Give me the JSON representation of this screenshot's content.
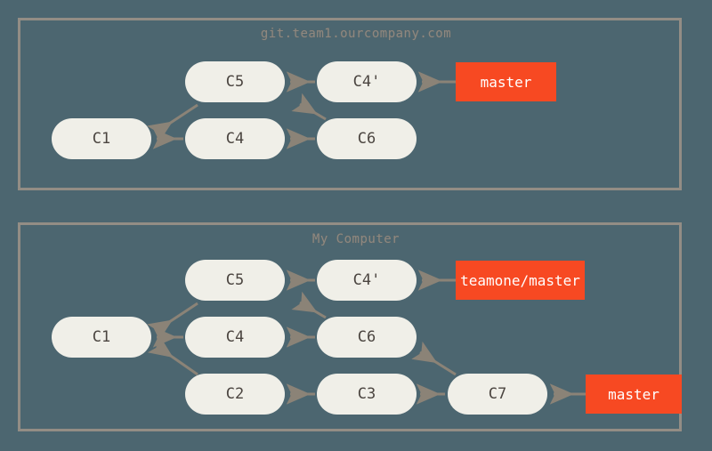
{
  "diagram": {
    "type": "git-commit-graph",
    "background_color": "#4c6670",
    "node_color": "#f0efe8",
    "branch_color": "#f74922",
    "edge_color": "#8b8377",
    "panel_border_color": "#938d85"
  },
  "panels": [
    {
      "id": "remote",
      "title": "git.team1.ourcompany.com",
      "nodes": [
        {
          "id": "t-c5",
          "label": "C5"
        },
        {
          "id": "t-c4p",
          "label": "C4'"
        },
        {
          "id": "t-c1",
          "label": "C1"
        },
        {
          "id": "t-c4",
          "label": "C4"
        },
        {
          "id": "t-c6",
          "label": "C6"
        }
      ],
      "branches": [
        {
          "id": "t-master",
          "label": "master"
        }
      ],
      "edges": [
        {
          "from": "C4'",
          "to": "C5"
        },
        {
          "from": "C5",
          "to": "C1"
        },
        {
          "from": "C4",
          "to": "C1"
        },
        {
          "from": "C6",
          "to": "C4"
        },
        {
          "from": "C6",
          "to": "C5"
        },
        {
          "from": "master",
          "to": "C4'"
        }
      ]
    },
    {
      "id": "local",
      "title": "My Computer",
      "nodes": [
        {
          "id": "b-c5",
          "label": "C5"
        },
        {
          "id": "b-c4p",
          "label": "C4'"
        },
        {
          "id": "b-c1",
          "label": "C1"
        },
        {
          "id": "b-c4",
          "label": "C4"
        },
        {
          "id": "b-c6",
          "label": "C6"
        },
        {
          "id": "b-c2",
          "label": "C2"
        },
        {
          "id": "b-c3",
          "label": "C3"
        },
        {
          "id": "b-c7",
          "label": "C7"
        }
      ],
      "branches": [
        {
          "id": "b-teamone-master",
          "label": "teamone/master"
        },
        {
          "id": "b-master",
          "label": "master"
        }
      ],
      "edges": [
        {
          "from": "C4'",
          "to": "C5"
        },
        {
          "from": "C5",
          "to": "C1"
        },
        {
          "from": "C4",
          "to": "C1"
        },
        {
          "from": "C6",
          "to": "C4"
        },
        {
          "from": "C6",
          "to": "C5"
        },
        {
          "from": "C2",
          "to": "C1"
        },
        {
          "from": "C3",
          "to": "C2"
        },
        {
          "from": "C7",
          "to": "C3"
        },
        {
          "from": "C7",
          "to": "C6"
        },
        {
          "from": "teamone/master",
          "to": "C4'"
        },
        {
          "from": "master",
          "to": "C7"
        }
      ]
    }
  ]
}
